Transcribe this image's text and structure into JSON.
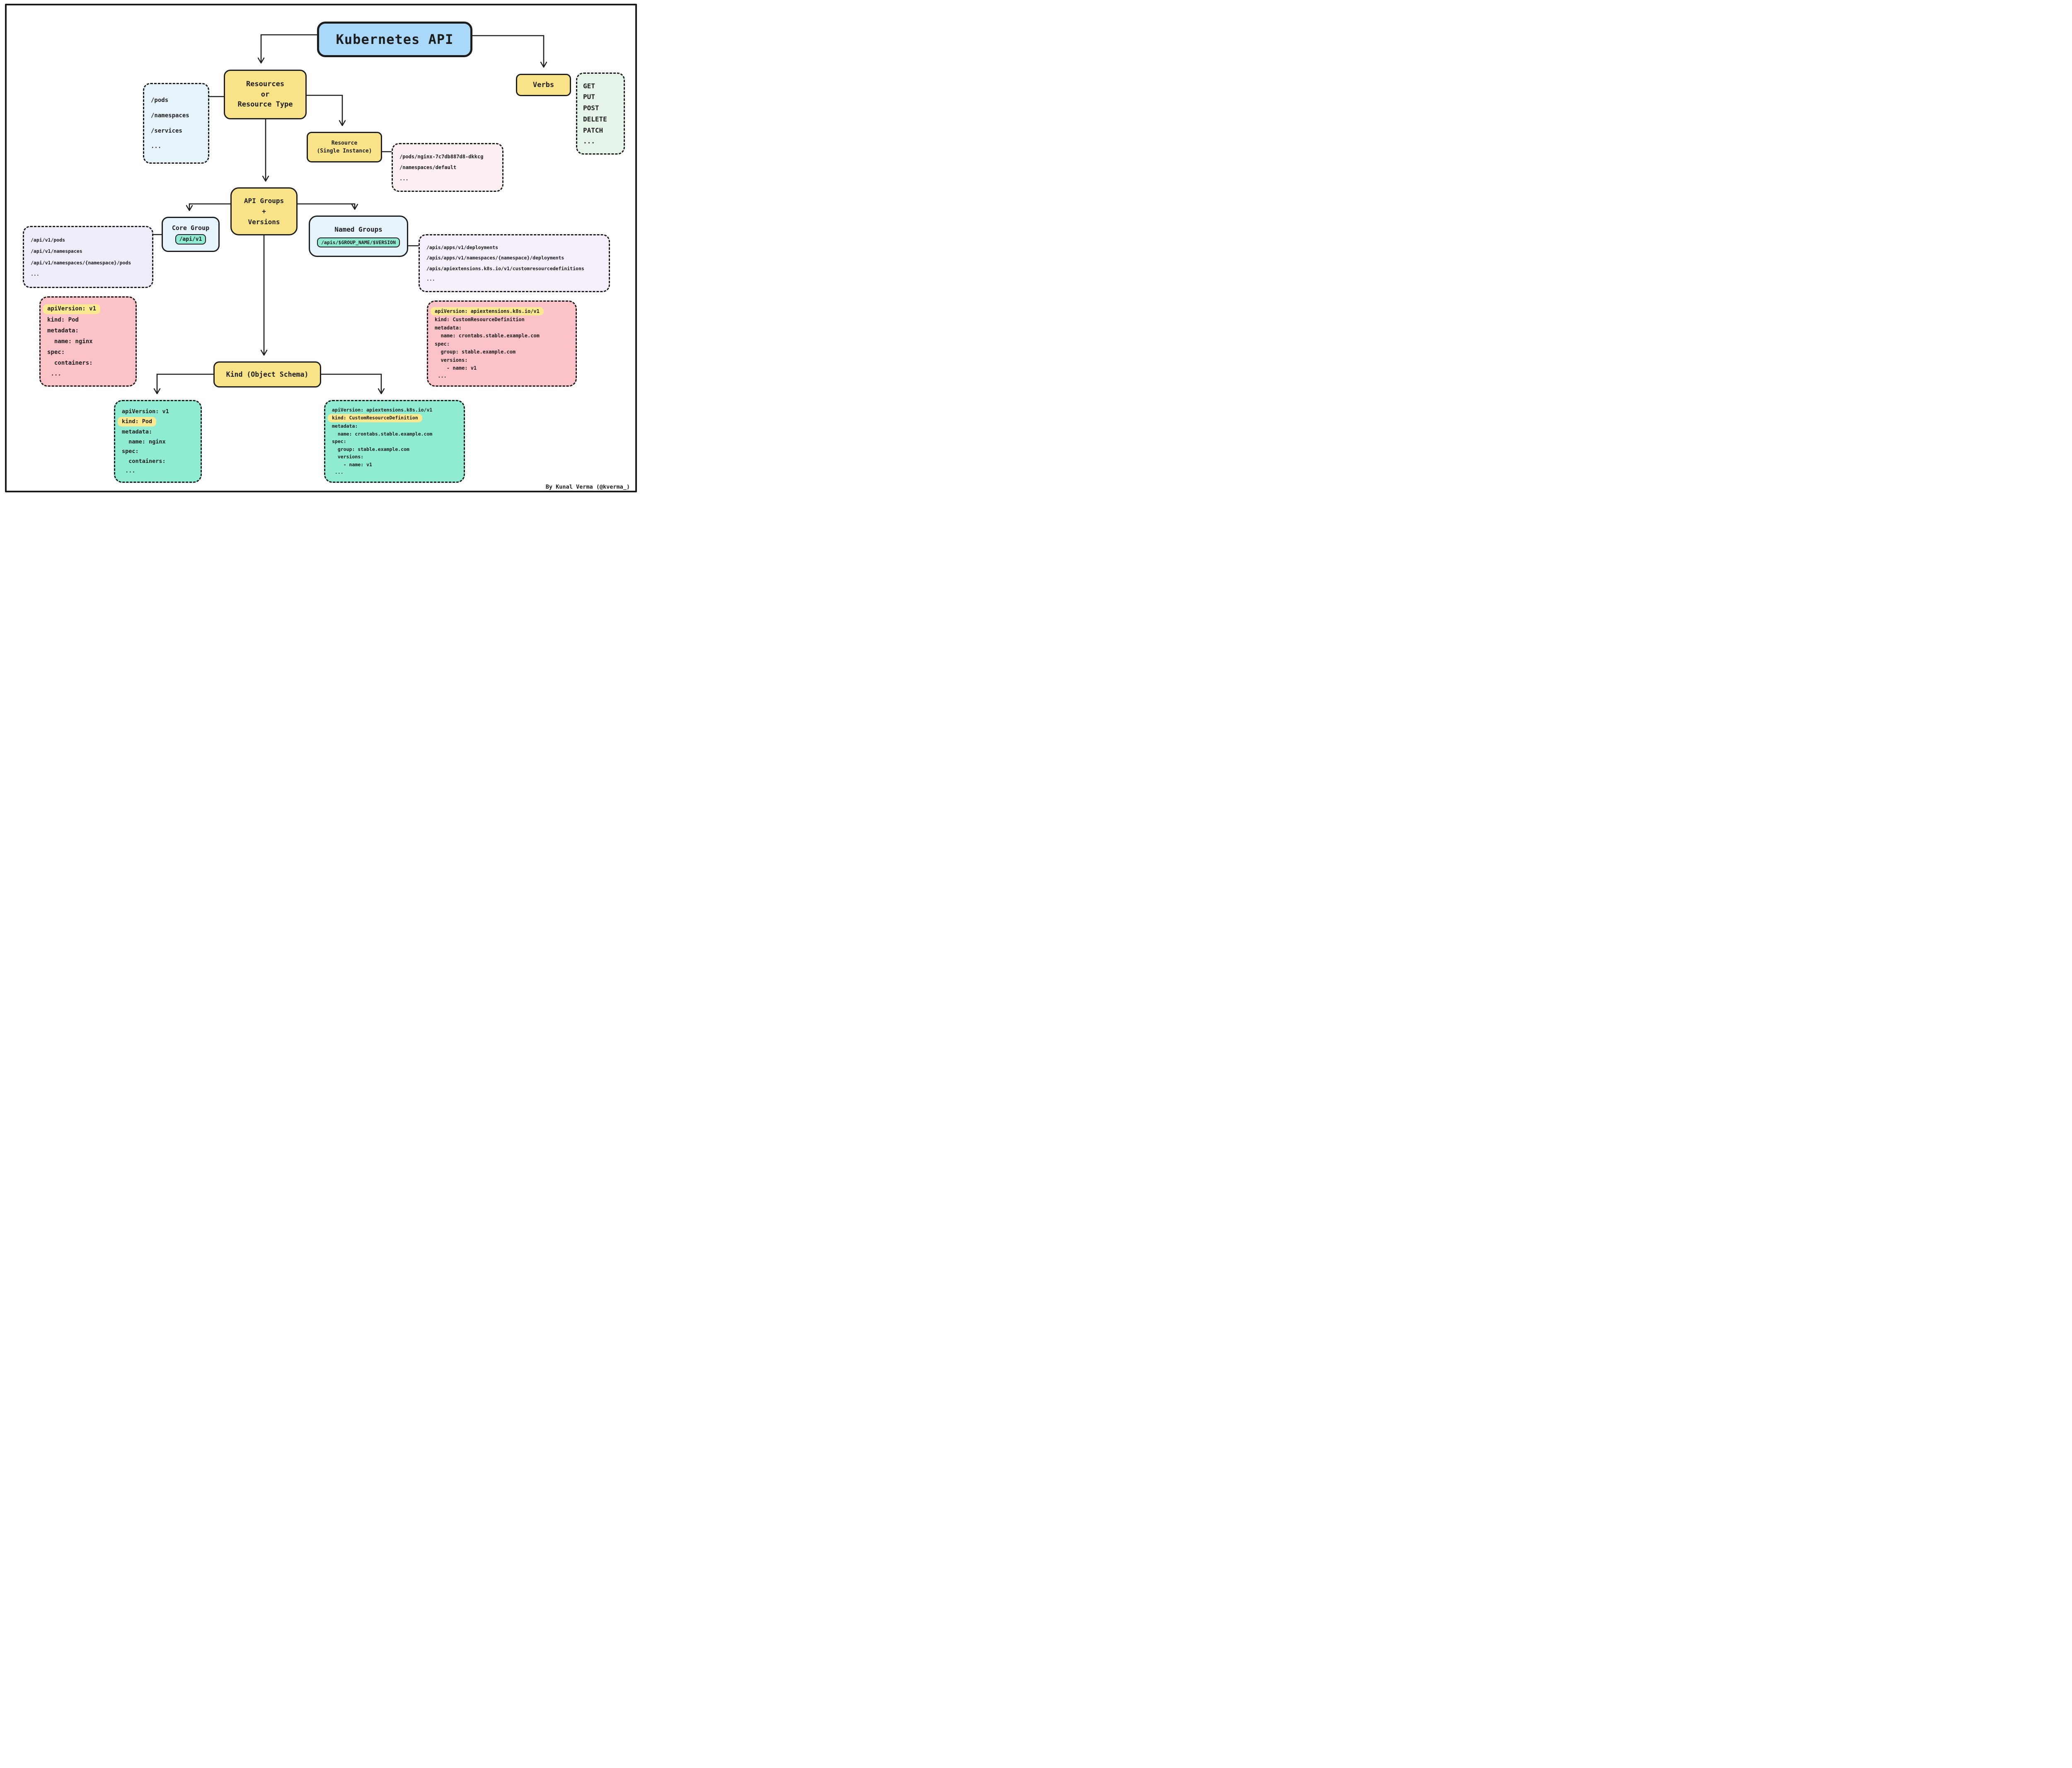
{
  "title": {
    "label": "Kubernetes API"
  },
  "credit": "By Kunal Verma (@kverma_)",
  "colors": {
    "node_yellow": "#F9E388",
    "title_blue": "#A9D8F9",
    "pale_blue": "#E7F3FB",
    "pale_green": "#E5F3E8",
    "pale_pink": "#FCEFF1",
    "pale_lavender": "#EFEDFA",
    "salmon_red": "#FBC3C7",
    "mint_green": "#8FEBD1",
    "highlight_yellow": "#FBE992",
    "ink": "#1d1d1d"
  },
  "nodes": {
    "resources": {
      "label": "Resources\nor\nResource Type"
    },
    "verbs": {
      "label": "Verbs"
    },
    "resource_single": {
      "label": "Resource\n(Single Instance)"
    },
    "api_groups": {
      "label": "API Groups\n+\nVersions"
    },
    "core_group": {
      "label": "Core Group",
      "path": "/api/v1"
    },
    "named_groups": {
      "label": "Named Groups",
      "path": "/apis/$GROUP_NAME/$VERSION"
    },
    "kind": {
      "label": "Kind (Object Schema)"
    }
  },
  "lists": {
    "resource_type_examples": [
      "/pods",
      "/namespaces",
      "/services",
      "..."
    ],
    "verbs_examples": [
      "GET",
      "PUT",
      "POST",
      "DELETE",
      "PATCH",
      "..."
    ],
    "single_instance_examples": [
      "/pods/nginx-7c7db887d8-dkkcg",
      "/namespaces/default",
      "..."
    ],
    "core_group_paths": [
      "/api/v1/pods",
      "/api/v1/namespaces",
      "/api/v1/namespaces/{namespace}/pods",
      "..."
    ],
    "named_group_paths": [
      "/apis/apps/v1/deployments",
      "/apis/apps/v1/namespaces/{namespace}/deployments",
      "/apis/apiextensions.k8s.io/v1/customresourcedefinitions",
      "..."
    ]
  },
  "yaml": {
    "pod_manifest_red": {
      "highlight_index": 0,
      "lines": [
        "apiVersion: v1",
        "kind: Pod",
        "metadata:",
        "  name: nginx",
        "spec:",
        "  containers:",
        " ..."
      ]
    },
    "crd_manifest_red": {
      "highlight_index": 0,
      "lines": [
        "apiVersion: apiextensions.k8s.io/v1",
        "kind: CustomResourceDefinition",
        "metadata:",
        "  name: crontabs.stable.example.com",
        "spec:",
        "  group: stable.example.com",
        "  versions:",
        "    - name: v1",
        " ..."
      ]
    },
    "pod_manifest_green": {
      "highlight_index": 1,
      "lines": [
        "apiVersion: v1",
        "kind: Pod",
        "metadata:",
        "  name: nginx",
        "spec:",
        "  containers:",
        " ..."
      ]
    },
    "crd_manifest_green": {
      "highlight_index": 1,
      "lines": [
        "apiVersion: apiextensions.k8s.io/v1",
        "kind: CustomResourceDefinition",
        "metadata:",
        "  name: crontabs.stable.example.com",
        "spec:",
        "  group: stable.example.com",
        "  versions:",
        "    - name: v1",
        " ..."
      ]
    }
  }
}
